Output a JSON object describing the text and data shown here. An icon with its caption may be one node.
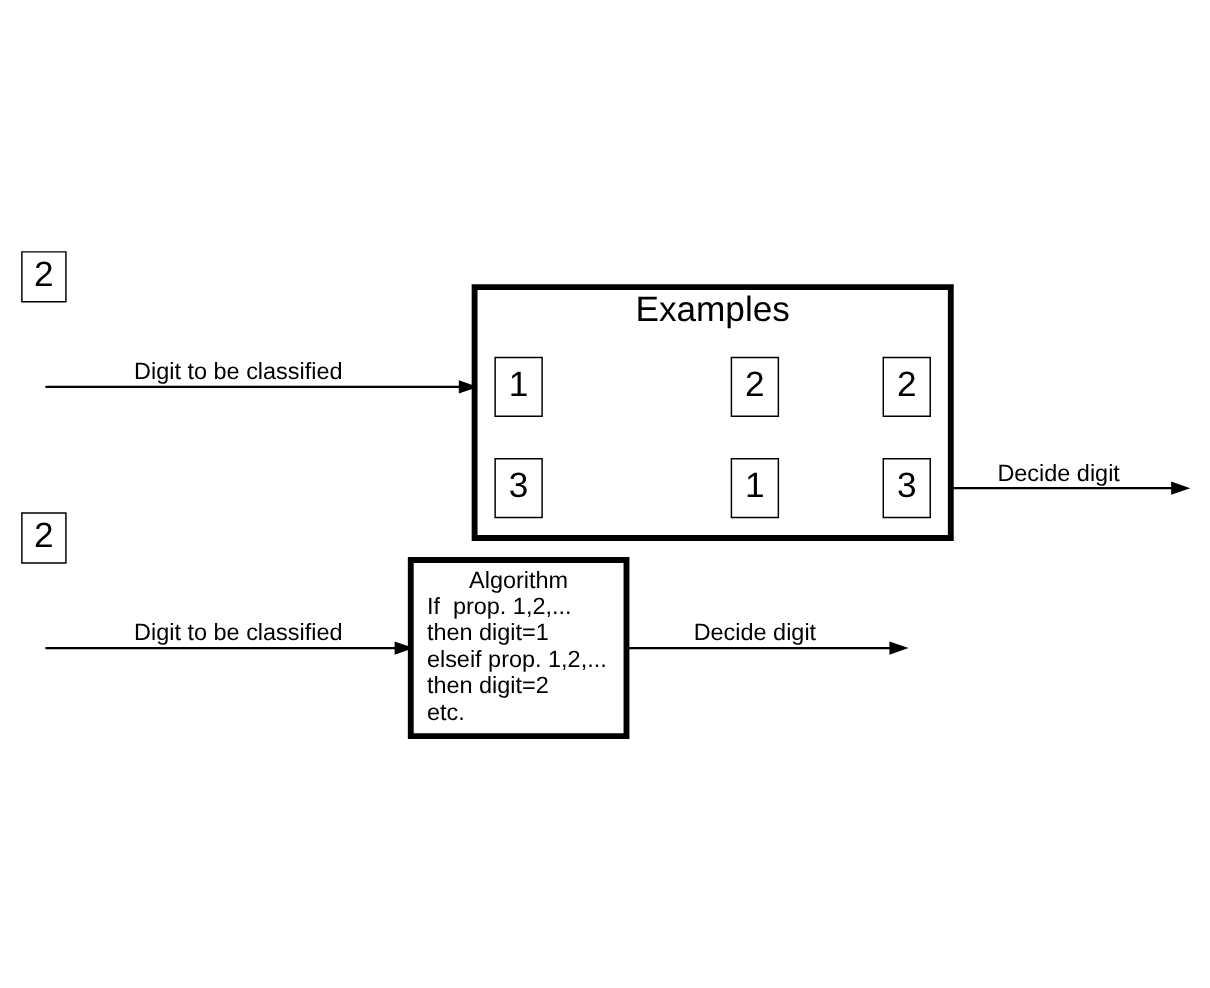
{
  "diagram": {
    "nodes": [
      {
        "text": [
          "2"
        ]
      },
      {
        "text": [
          "Algorithm",
          "If  prop. 1,2,...",
          "then digit=1",
          "elseif prop. 1,2,...",
          "then digit=2",
          "etc."
        ]
      },
      {
        "text": [
          "2"
        ]
      },
      {
        "text": [
          "Examples"
        ]
      },
      {
        "text": [
          "1"
        ],
        "in": 3
      },
      {
        "text": [
          "2"
        ],
        "in": 3
      },
      {
        "text": [
          "2"
        ],
        "in": 3
      },
      {
        "text": [
          "3"
        ],
        "in": 3
      },
      {
        "text": [
          "1"
        ],
        "in": 3
      },
      {
        "text": [
          "3"
        ],
        "in": 3
      }
    ],
    "edges": [
      {
        "from": null,
        "to": 1,
        "arrow": "to",
        "label": "Digit to be classified"
      },
      {
        "from": 1,
        "to": null,
        "arrow": "to",
        "label": "Decide digit"
      },
      {
        "from": null,
        "to": 3,
        "arrow": "to",
        "label": "Digit to be classified"
      },
      {
        "from": 3,
        "to": null,
        "arrow": "to",
        "label": "Decide digit"
      }
    ]
  }
}
